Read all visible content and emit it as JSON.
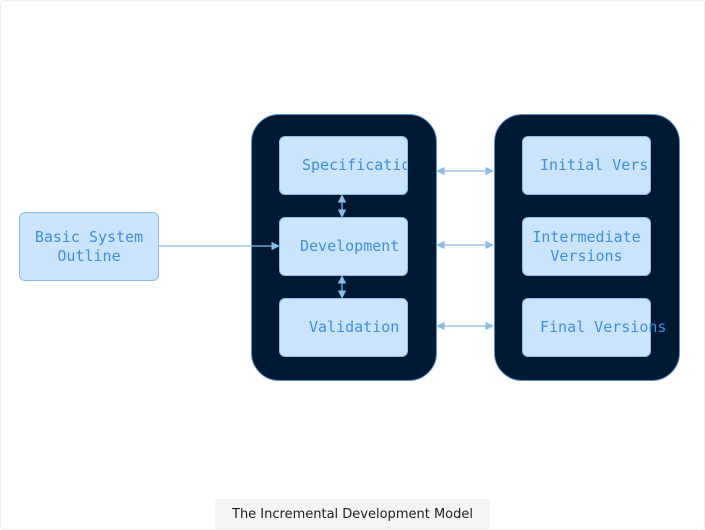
{
  "diagram": {
    "nodes": {
      "basic_outline": "Basic System\nOutline",
      "specification": "Specification",
      "development": "Development",
      "validation": "Validation",
      "initial_version": "Initial Version",
      "intermediate_versions": "Intermediate\nVersions",
      "final_versions": "Final Versions"
    },
    "caption": "The Incremental Development Model"
  },
  "colors": {
    "panel": "#001933",
    "node_fill": "#cce4fb",
    "node_text": "#3d8fe0",
    "connector": "#8bbde9"
  }
}
